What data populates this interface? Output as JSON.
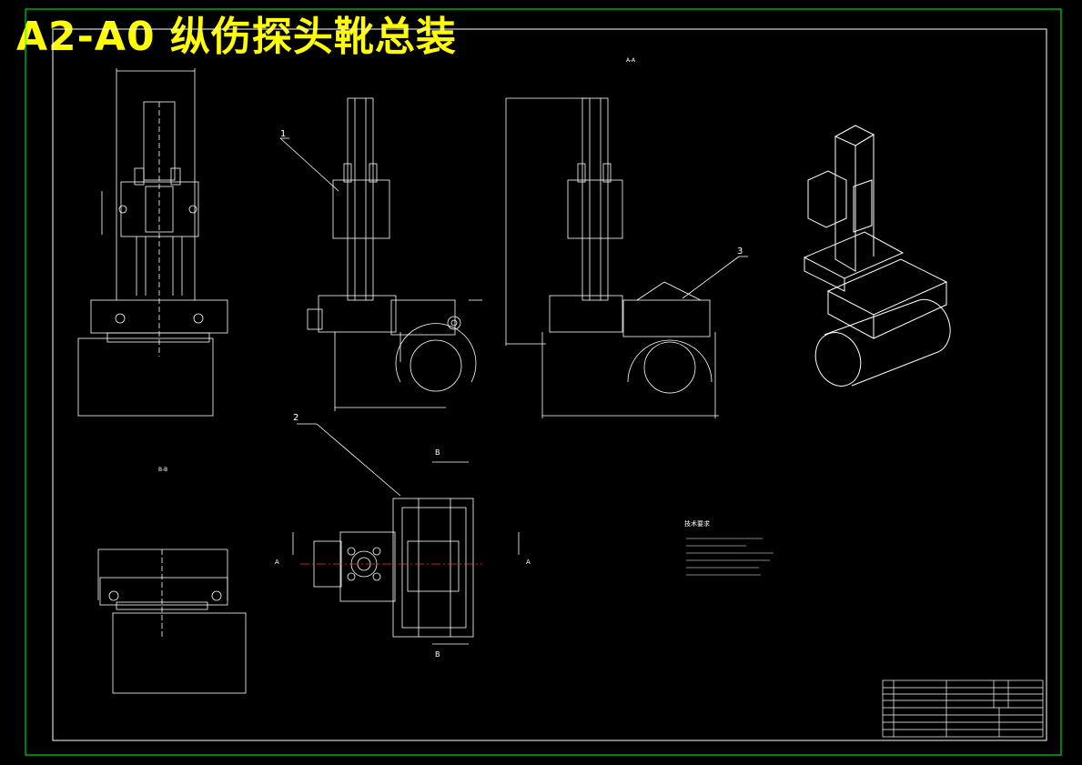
{
  "title": "A2-A0 纵伤探头靴总装",
  "colors": {
    "background": "#000000",
    "border": "#00ff00",
    "title": "#ffff00",
    "lines": "#ffffff",
    "centerline": "#ff3333"
  },
  "callouts": [
    "1",
    "2",
    "3"
  ],
  "view_labels": {
    "section_aa": "A-A",
    "section_bb": "B-B",
    "arrow_b": "B",
    "arrow_a": "A"
  },
  "tech_requirements_heading": "技术要求"
}
